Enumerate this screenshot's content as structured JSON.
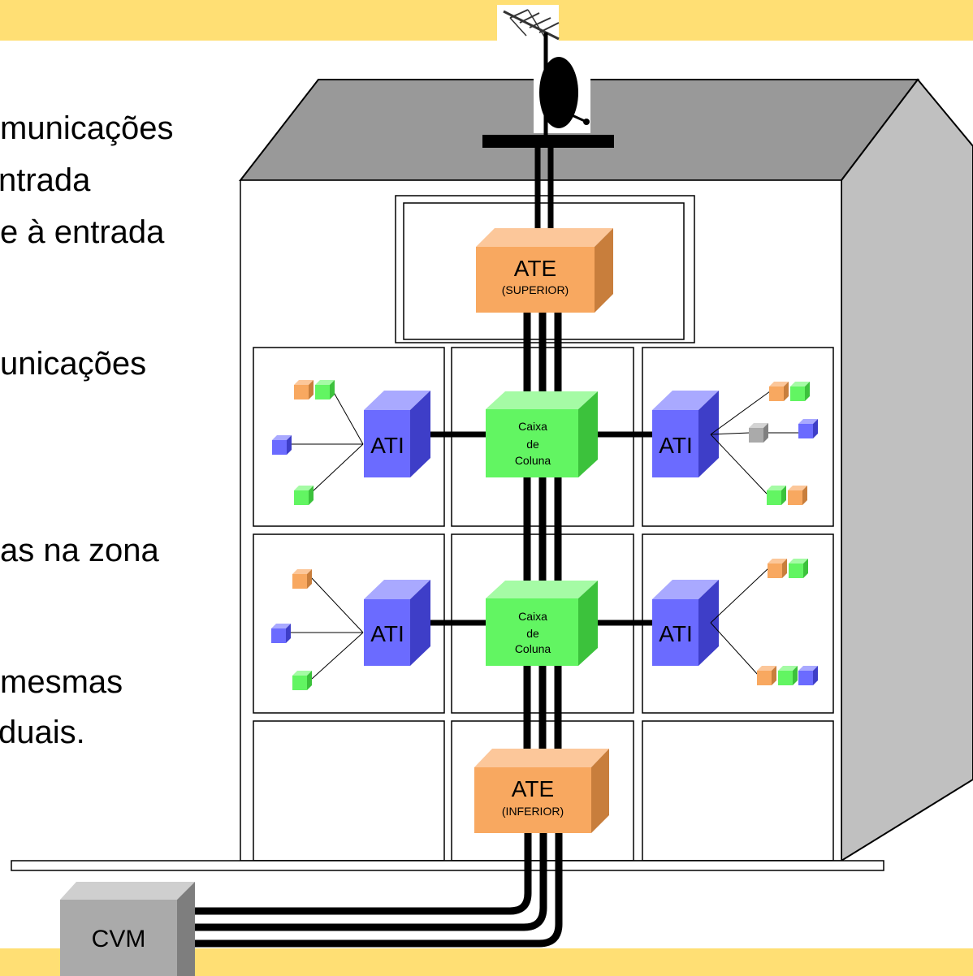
{
  "colors": {
    "band": "#ffdf74",
    "ate": "#f8a860",
    "caixa": "#62f562",
    "ati": "#6b6bff",
    "cvm": "#aaaaaa",
    "roof": "#999999",
    "side_wall": "#c0c0c0",
    "cable": "#000000"
  },
  "slide_text": {
    "lines": [
      "municações",
      "ntrada",
      "e à entrada",
      "unicações",
      "as na zona",
      "mesmas",
      "duais."
    ]
  },
  "diagram": {
    "ate_top": {
      "title": "ATE",
      "subtitle": "(SUPERIOR)"
    },
    "ate_bottom": {
      "title": "ATE",
      "subtitle": "(INFERIOR)"
    },
    "caixa_upper": {
      "line1": "Caixa",
      "line2": "de",
      "line3": "Coluna"
    },
    "caixa_lower": {
      "line1": "Caixa",
      "line2": "de",
      "line3": "Coluna"
    },
    "ati_label": "ATI",
    "cvm_label": "CVM",
    "icons": [
      "antenna-icon",
      "satellite-dish-icon"
    ]
  }
}
